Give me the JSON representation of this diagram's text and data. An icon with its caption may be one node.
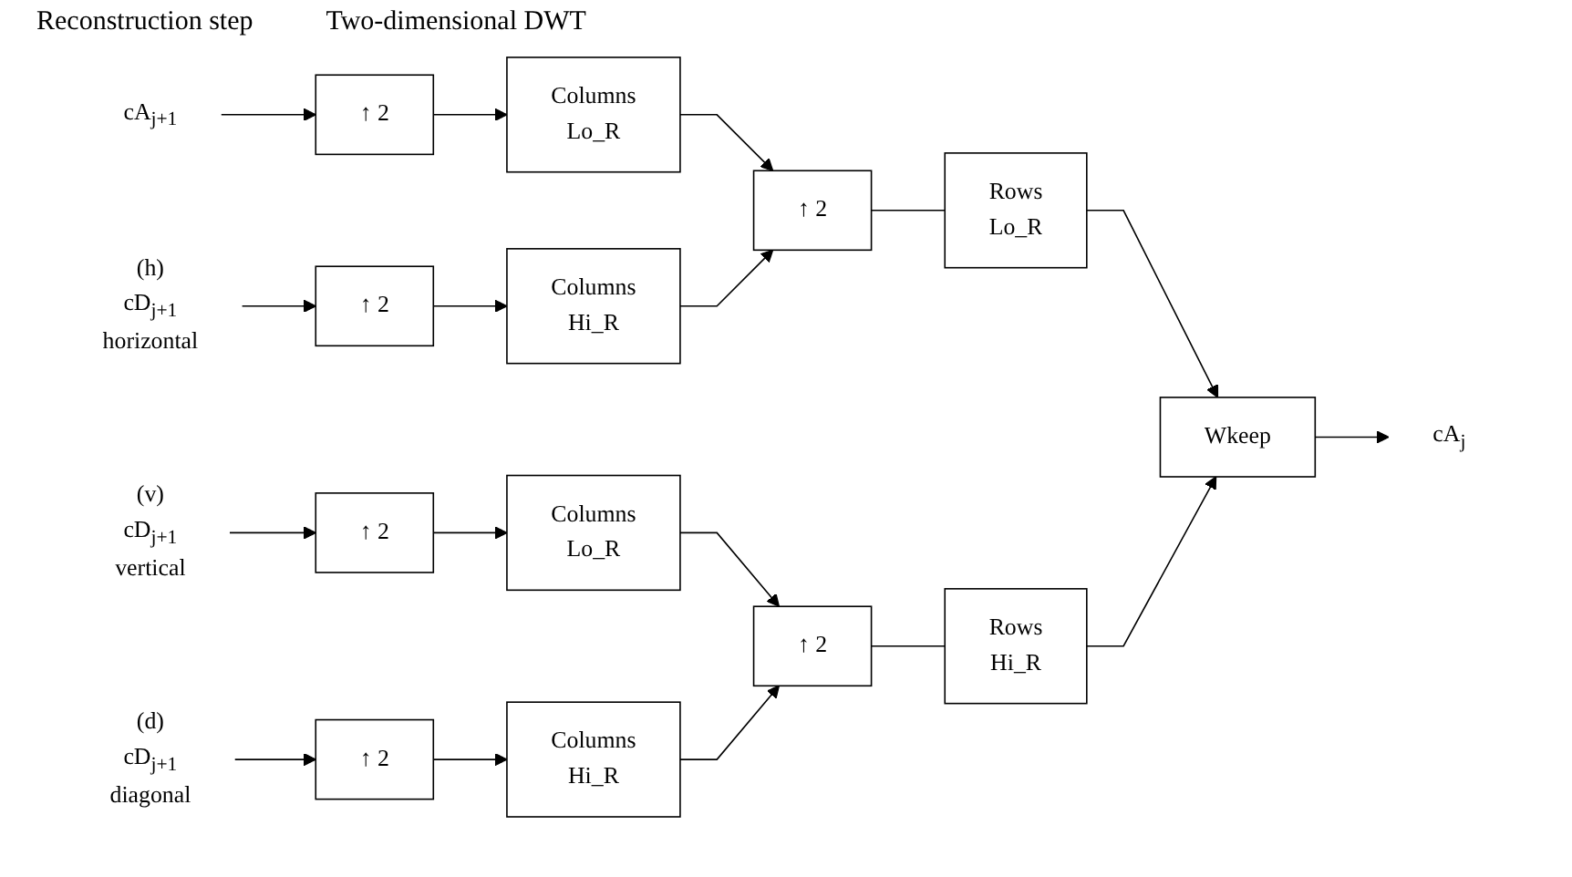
{
  "diagram": {
    "title": "Two-dimensional DWT",
    "nodes": [
      {
        "text": [
          "cA$_{j+1}$"
        ]
      },
      {
        "text": [
          "↑ 2"
        ]
      },
      {
        "text": [
          "Columns",
          "Lo_R"
        ]
      },
      {
        "text": [
          "(h)",
          "cD$_{j+1}$",
          "horizontal"
        ]
      },
      {
        "text": [
          "↑ 2"
        ]
      },
      {
        "text": [
          "Columns",
          "Hi_R"
        ]
      },
      {
        "text": [
          "↑ 2"
        ]
      },
      {
        "text": [
          "Rows",
          "Lo_R"
        ]
      },
      {
        "text": [
          "(v)",
          "cD$_{j+1}$",
          "vertical"
        ]
      },
      {
        "text": [
          "↑ 2"
        ]
      },
      {
        "text": [
          "Columns",
          "Lo_R"
        ]
      },
      {
        "text": [
          "(d)",
          "cD$_{j+1}$",
          "diagonal"
        ]
      },
      {
        "text": [
          "↑ 2"
        ]
      },
      {
        "text": [
          "Columns",
          "Hi_R"
        ]
      },
      {
        "text": [
          "↑ 2"
        ]
      },
      {
        "text": [
          "Rows",
          "Hi_R"
        ]
      },
      {
        "text": [
          "Wkeep"
        ]
      },
      {
        "text": [
          "cA$_{j}$"
        ]
      }
    ],
    "edges": [
      {
        "from": 0,
        "to": 1,
        "arrow": "to"
      },
      {
        "from": 1,
        "to": 2,
        "arrow": "to"
      },
      {
        "from": 3,
        "to": 4,
        "arrow": "to"
      },
      {
        "from": 4,
        "to": 5,
        "arrow": "to"
      },
      {
        "from": 2,
        "to": 6,
        "arrow": "to"
      },
      {
        "from": 5,
        "to": 6,
        "arrow": "to"
      },
      {
        "from": 6,
        "to": 7,
        "arrow": "none"
      },
      {
        "from": 8,
        "to": 9,
        "arrow": "to"
      },
      {
        "from": 9,
        "to": 10,
        "arrow": "to"
      },
      {
        "from": 11,
        "to": 12,
        "arrow": "to"
      },
      {
        "from": 12,
        "to": 13,
        "arrow": "to"
      },
      {
        "from": 10,
        "to": 14,
        "arrow": "to"
      },
      {
        "from": 13,
        "to": 14,
        "arrow": "to"
      },
      {
        "from": 14,
        "to": 15,
        "arrow": "none"
      },
      {
        "from": 7,
        "to": 16,
        "arrow": "to"
      },
      {
        "from": 15,
        "to": 16,
        "arrow": "to"
      },
      {
        "from": 16,
        "to": 17,
        "arrow": "to"
      }
    ],
    "labels": [
      "Reconstruction step"
    ]
  }
}
